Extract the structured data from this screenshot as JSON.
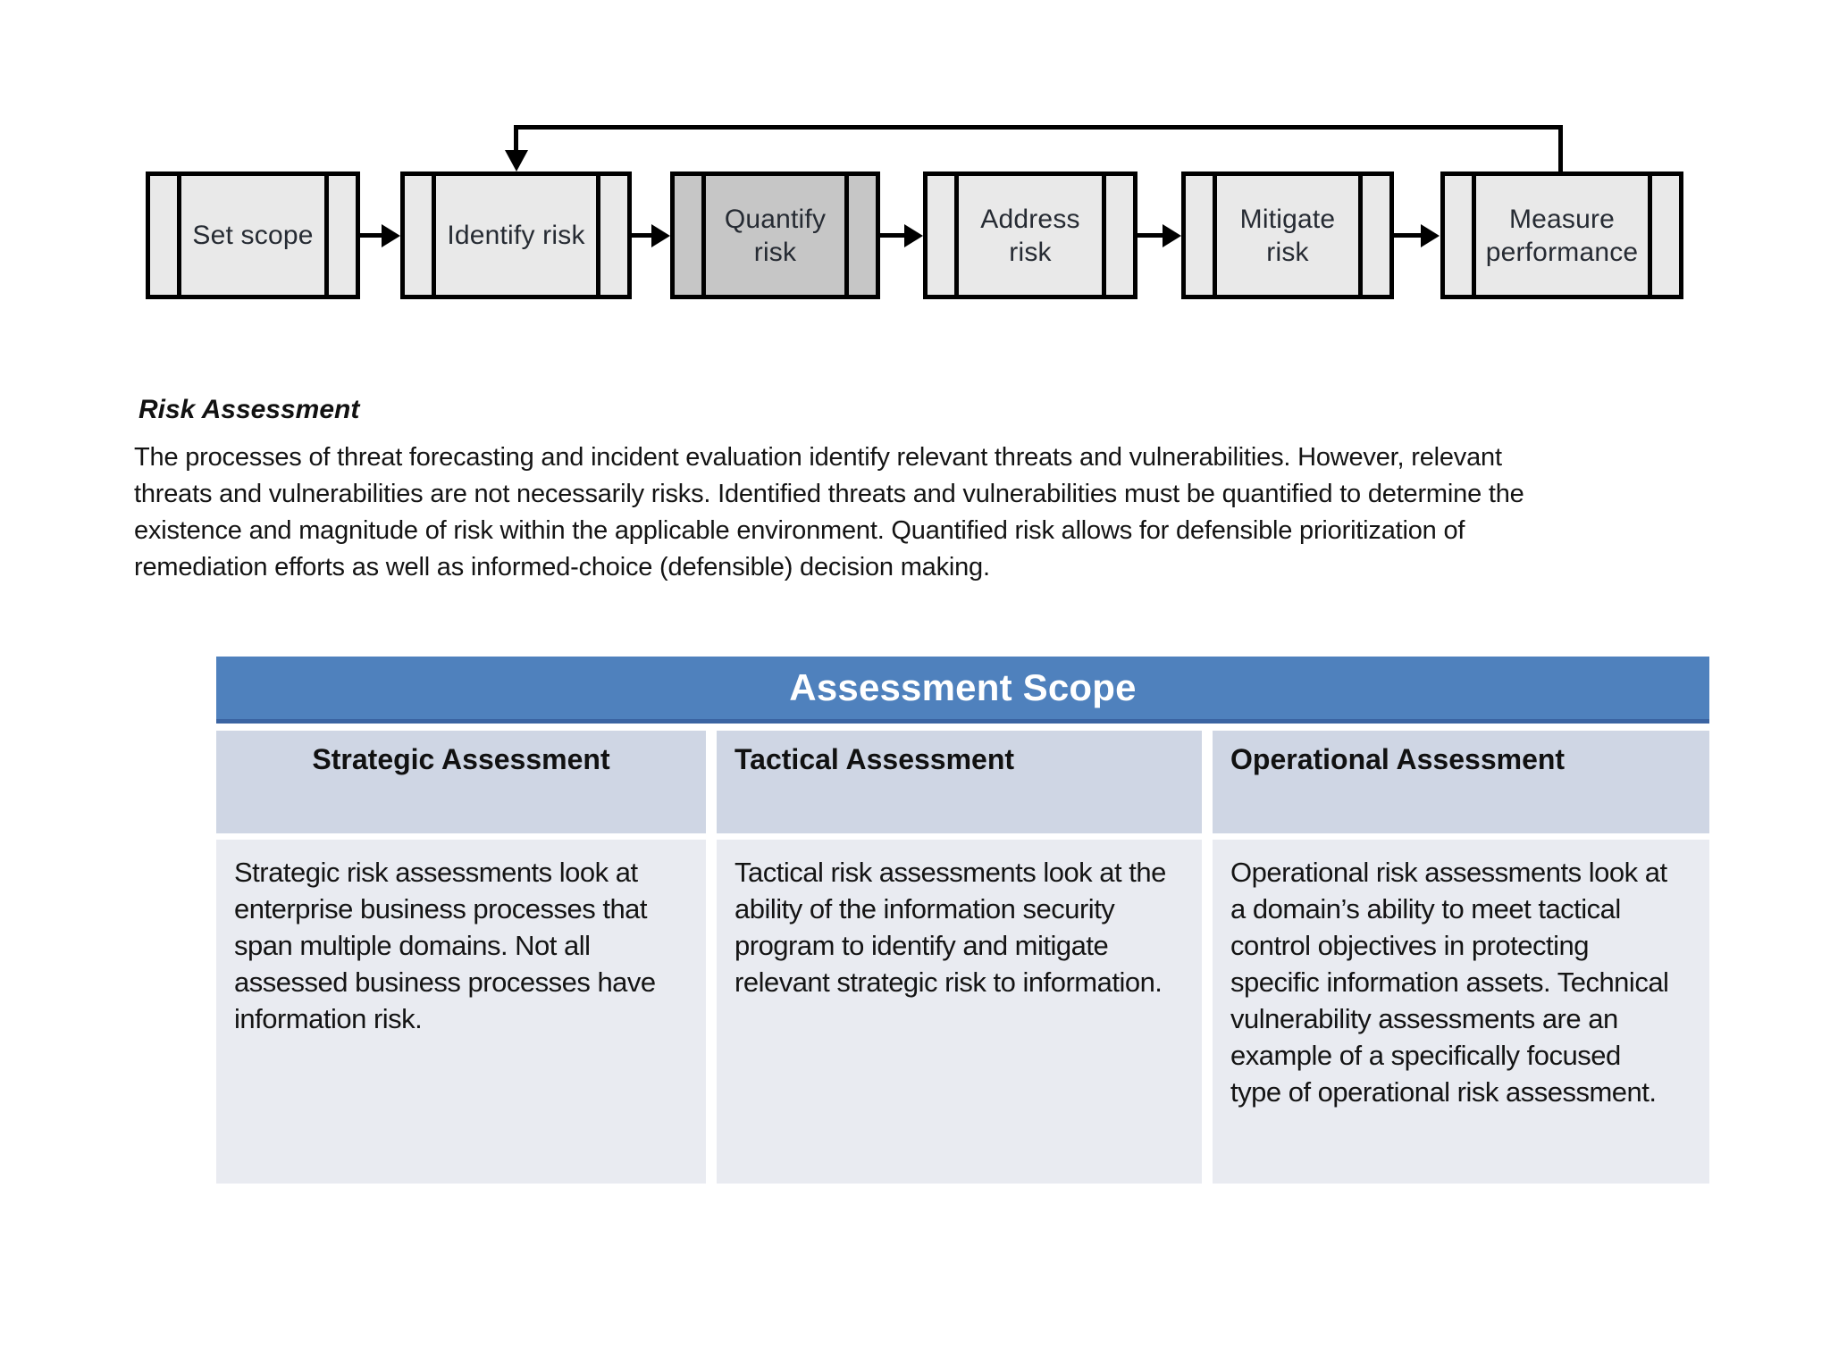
{
  "flowchart": {
    "steps": [
      {
        "label": [
          "Set scope"
        ],
        "highlighted": false
      },
      {
        "label": [
          "Identify risk"
        ],
        "highlighted": false
      },
      {
        "label": [
          "Quantify",
          "risk"
        ],
        "highlighted": true
      },
      {
        "label": [
          "Address",
          "risk"
        ],
        "highlighted": false
      },
      {
        "label": [
          "Mitigate",
          "risk"
        ],
        "highlighted": false
      },
      {
        "label": [
          "Measure",
          "performance"
        ],
        "highlighted": false
      }
    ],
    "feedback_arrow": "from Measure performance back to Identify risk"
  },
  "section": {
    "heading": "Risk Assessment",
    "paragraph_lines": [
      "The processes of threat forecasting and incident evaluation identify relevant threats and vulnerabilities. However, relevant",
      "threats and vulnerabilities are not necessarily risks. Identified threats and vulnerabilities must be quantified to determine the",
      "existence and magnitude of risk within the applicable environment. Quantified risk allows for defensible prioritization of",
      "remediation efforts as well as informed-choice (defensible) decision making."
    ]
  },
  "table": {
    "title": "Assessment Scope",
    "columns": [
      {
        "header": "Strategic Assessment",
        "body_lines": [
          "Strategic risk assessments look at",
          "enterprise business processes that",
          "span multiple domains. Not all",
          "assessed business processes have",
          "information risk."
        ]
      },
      {
        "header": "Tactical Assessment",
        "body_lines": [
          "Tactical risk assessments look at the",
          "ability of the information security",
          "program to identify and mitigate",
          "relevant strategic risk to information."
        ]
      },
      {
        "header": "Operational Assessment",
        "body_lines": [
          "Operational risk assessments look at",
          "a domain’s ability to meet tactical",
          "control objectives in protecting",
          "specific information assets. Technical",
          "vulnerability assessments are an",
          "example of a specifically focused",
          "type of operational risk assessment."
        ]
      }
    ]
  },
  "colors": {
    "title_band_blue": "#4f81bd",
    "title_band_edge": "#3b64a2",
    "header_row_bg": "#cfd6e4",
    "body_row_bg": "#e9ebf1",
    "box_bg": "#e9e9e9",
    "box_highlighted_bg": "#c6c6c6",
    "line_black": "#000000"
  }
}
